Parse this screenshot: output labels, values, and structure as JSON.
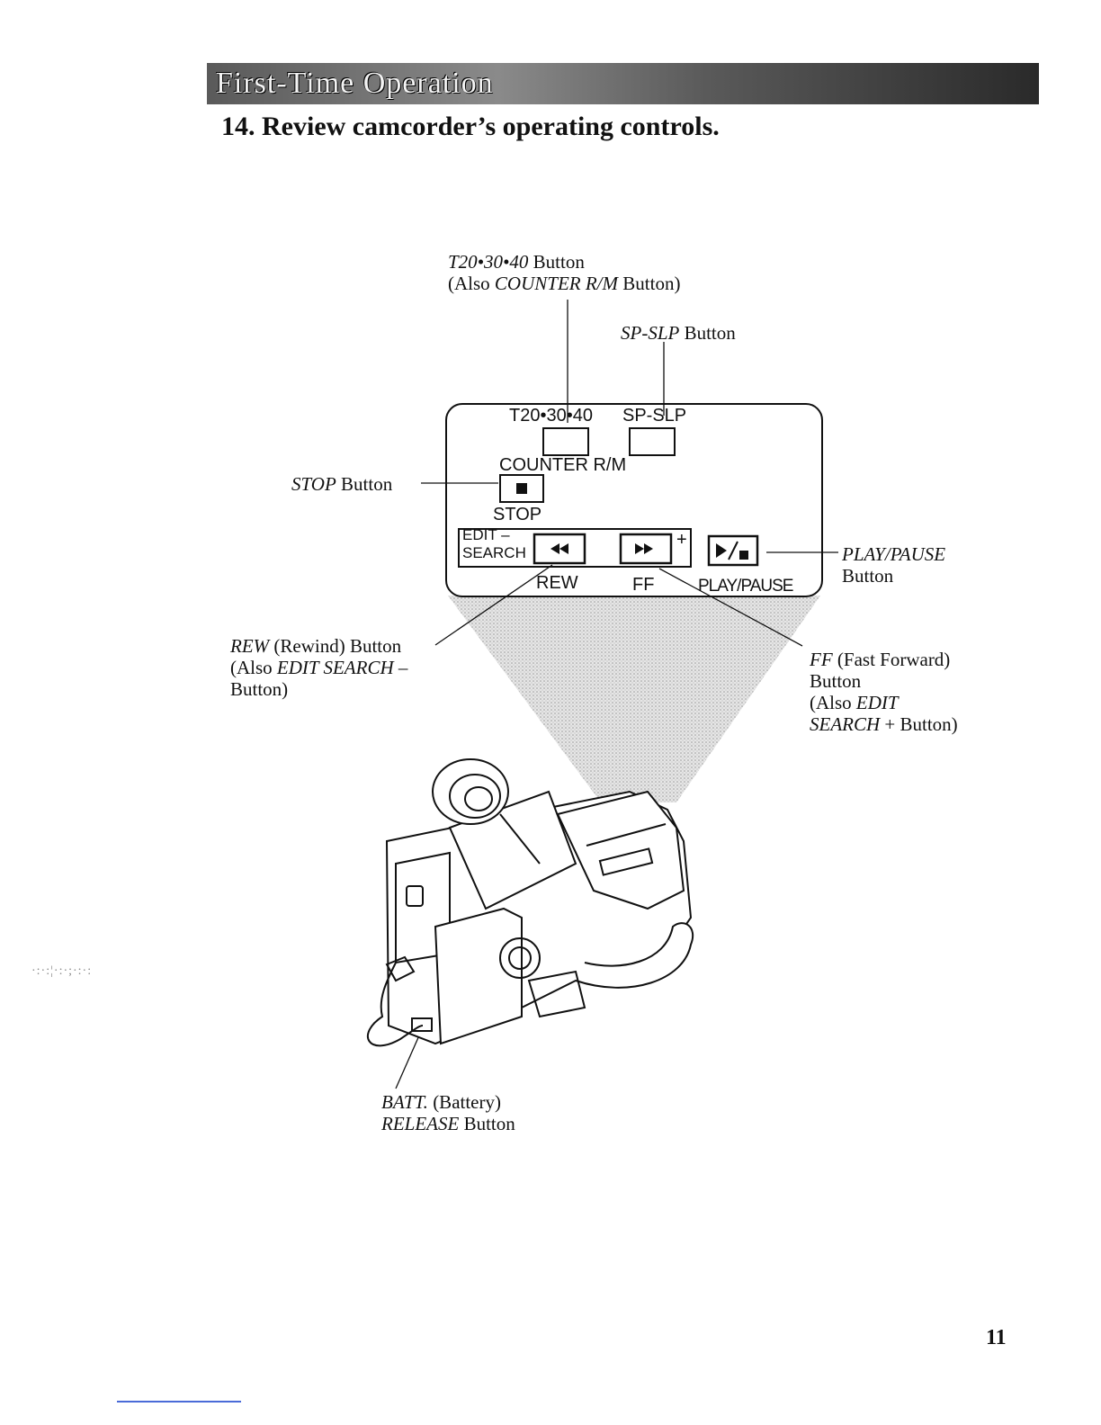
{
  "header": {
    "title": "First-Time Operation"
  },
  "step": {
    "heading": "14. Review camcorder’s operating controls."
  },
  "panel": {
    "t_label": "T20•30•40",
    "sp_label": "SP-SLP",
    "counter_label": "COUNTER R/M",
    "stop_label": "STOP",
    "edit_label": "EDIT",
    "minus": "–",
    "search_label": "SEARCH",
    "plus": "+",
    "rew_label": "REW",
    "ff_label": "FF",
    "play_label": "PLAY/PAUSE"
  },
  "callouts": {
    "t_button": {
      "name": "T20•30•40",
      "suffix": " Button",
      "line2_pre": "(Also ",
      "line2_name": "COUNTER R/M",
      "line2_post": " Button)"
    },
    "sp_button": {
      "name": "SP-SLP",
      "suffix": " Button"
    },
    "stop_button": {
      "name": "STOP",
      "suffix": " Button"
    },
    "play_button": {
      "name": "PLAY/PAUSE",
      "line2": "Button"
    },
    "rew_button": {
      "name": "REW",
      "suffix": " (Rewind) Button",
      "line2_pre": "(Also ",
      "line2_name": "EDIT SEARCH –",
      "line3": "Button)"
    },
    "ff_button": {
      "name": "FF",
      "suffix": " (Fast Forward)",
      "line2": "Button",
      "line3_pre": "(Also ",
      "line3_name": "EDIT",
      "line4_name": "SEARCH",
      "line4_post": " + Button)"
    },
    "batt_button": {
      "name": "BATT.",
      "suffix": " (Battery)",
      "line2_name": "RELEASE",
      "line2_post": " Button"
    }
  },
  "footer": {
    "page_number": "11"
  }
}
